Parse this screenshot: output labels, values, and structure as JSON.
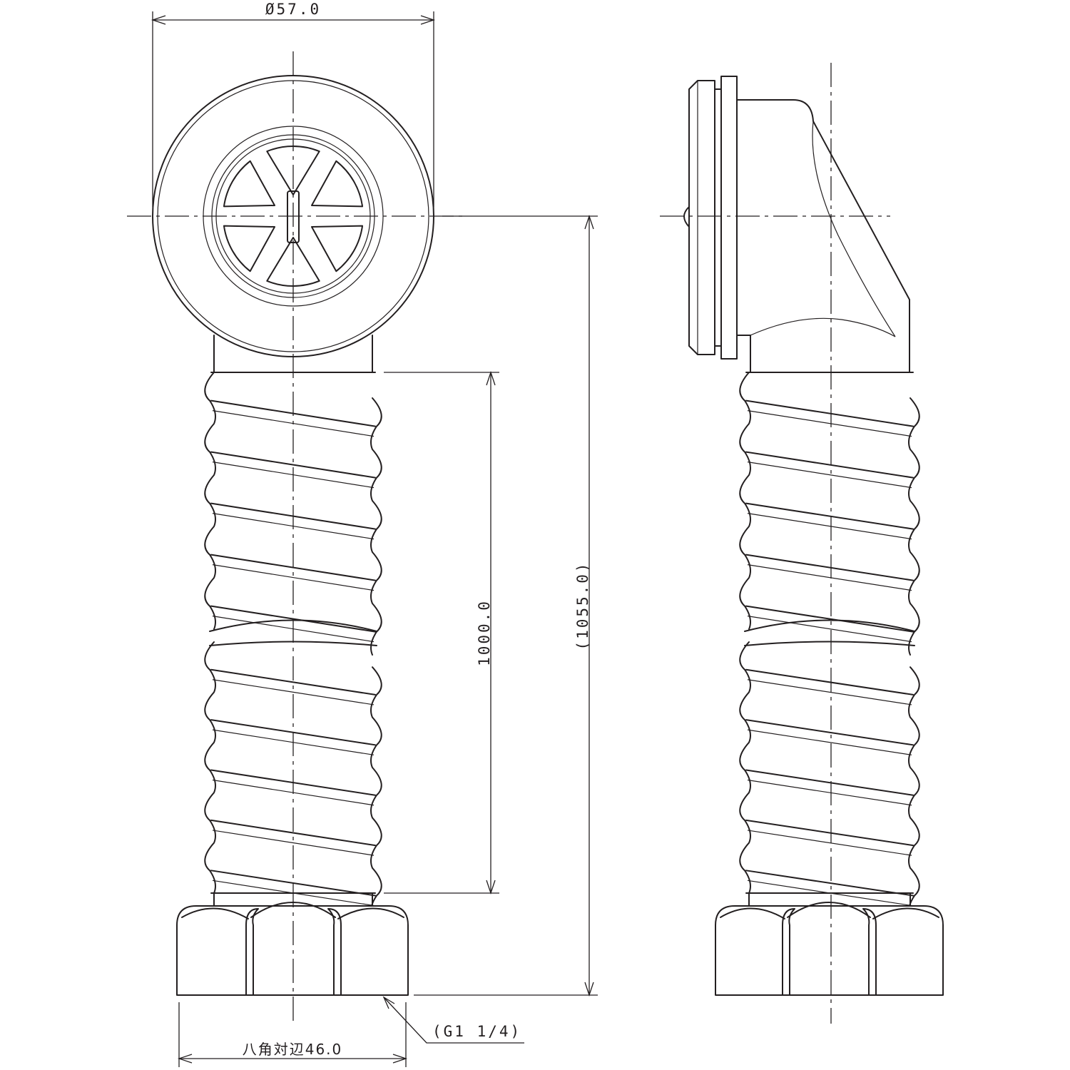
{
  "dimensions": {
    "top_diameter": "Ø57.0",
    "hose_length": "1000.0",
    "total_length": "(1055.0)",
    "thread": "(G1 1/4)",
    "nut_width": "八角対辺46.0"
  },
  "views": {
    "front": "front-view",
    "side": "side-view"
  },
  "colors": {
    "line": "#231f20",
    "background": "#ffffff"
  }
}
